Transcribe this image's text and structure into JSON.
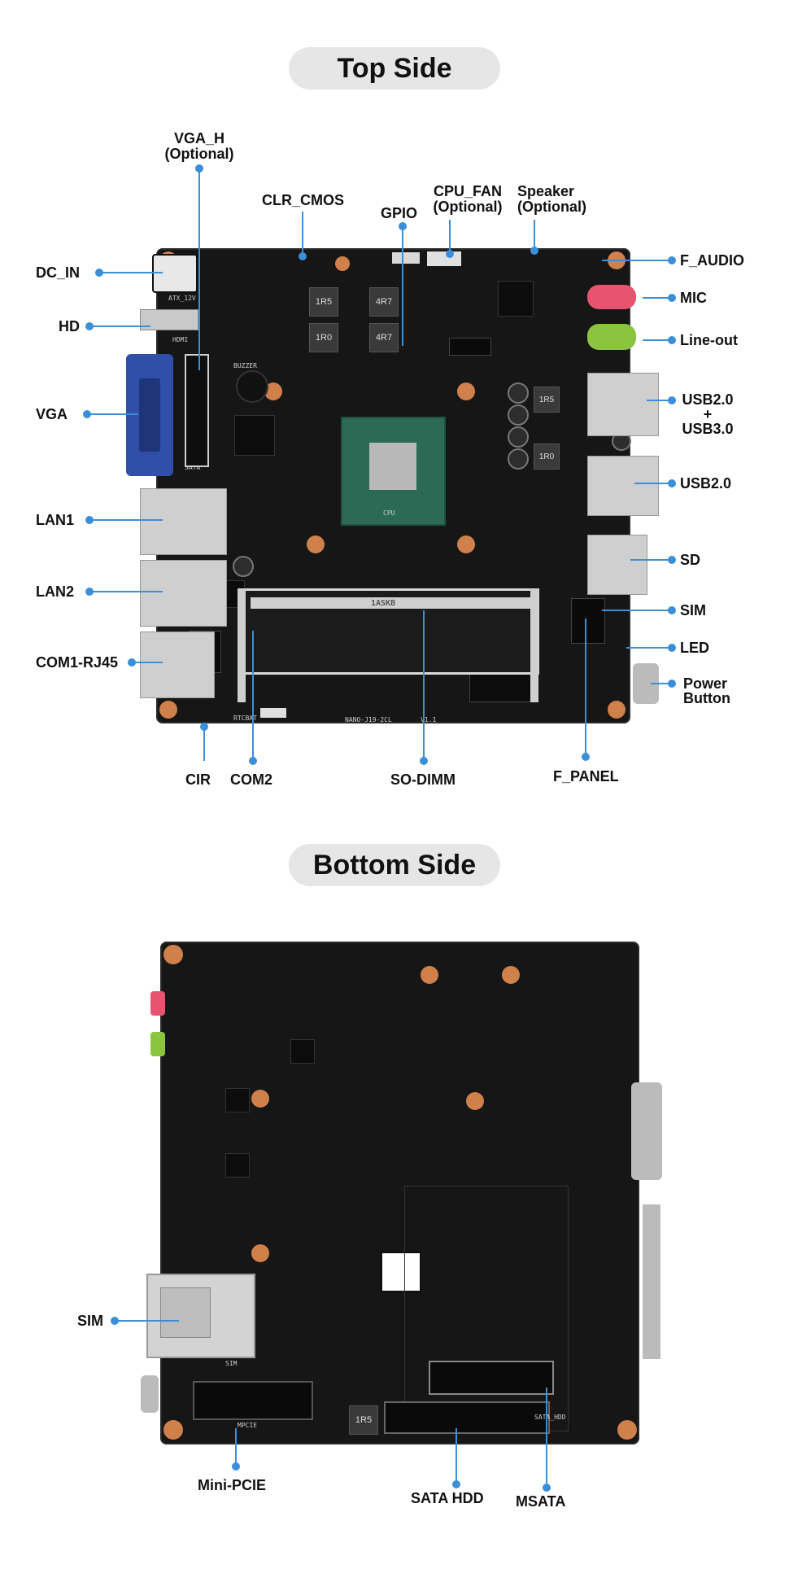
{
  "top": {
    "heading": "Top Side",
    "labels": {
      "vga_h": "VGA_H",
      "vga_h_opt": "(Optional)",
      "clr_cmos": "CLR_CMOS",
      "gpio": "GPIO",
      "cpu_fan": "CPU_FAN",
      "cpu_fan_opt": "(Optional)",
      "speaker": "Speaker",
      "speaker_opt": "(Optional)",
      "dc_in": "DC_IN",
      "hd": "HD",
      "vga": "VGA",
      "lan1": "LAN1",
      "lan2": "LAN2",
      "com1": "COM1-RJ45",
      "f_audio": "F_AUDIO",
      "mic": "MIC",
      "line_out": "Line-out",
      "usb23_a": "USB2.0",
      "usb23_plus": "+",
      "usb23_b": "USB3.0",
      "usb20": "USB2.0",
      "sd": "SD",
      "sim": "SIM",
      "led": "LED",
      "power_a": "Power",
      "power_b": "Button",
      "cir": "CIR",
      "com2": "COM2",
      "so_dimm": "SO-DIMM",
      "f_panel": "F_PANEL"
    },
    "silk": {
      "cpu": "CPU",
      "model": "NANO-J19-2CL",
      "ver": "V1.1",
      "rtcbat": "RTCBAT",
      "buzzer": "BUZZER",
      "hdmi": "HDMI",
      "atx": "ATX_12V",
      "sata": "SATA",
      "ind_a": "1R5",
      "ind_b": "1R0",
      "ind_c": "4R7",
      "ind_d": "4R7",
      "ind_e": "1R5",
      "ind_f": "1R0",
      "dimm_mark": "1ASKB"
    }
  },
  "bottom": {
    "heading": "Bottom Side",
    "labels": {
      "sim": "SIM",
      "mini_pcie": "Mini-PCIE",
      "sata_hdd": "SATA HDD",
      "msata": "MSATA"
    },
    "silk": {
      "ind": "1R5",
      "mpcie": "MPCIE",
      "sata_hdd": "SATA_HDD",
      "sim": "SIM"
    }
  },
  "colors": {
    "leader": "#3b8fd8",
    "board": "#161616",
    "pill": "#e6e6e6",
    "mic": "#e6546f",
    "line_out": "#8bc53f",
    "vga_port": "#2f4fa8",
    "copper": "#d0804b",
    "cpu_pcb": "#2b6b56",
    "silver": "#c9c9c9"
  }
}
